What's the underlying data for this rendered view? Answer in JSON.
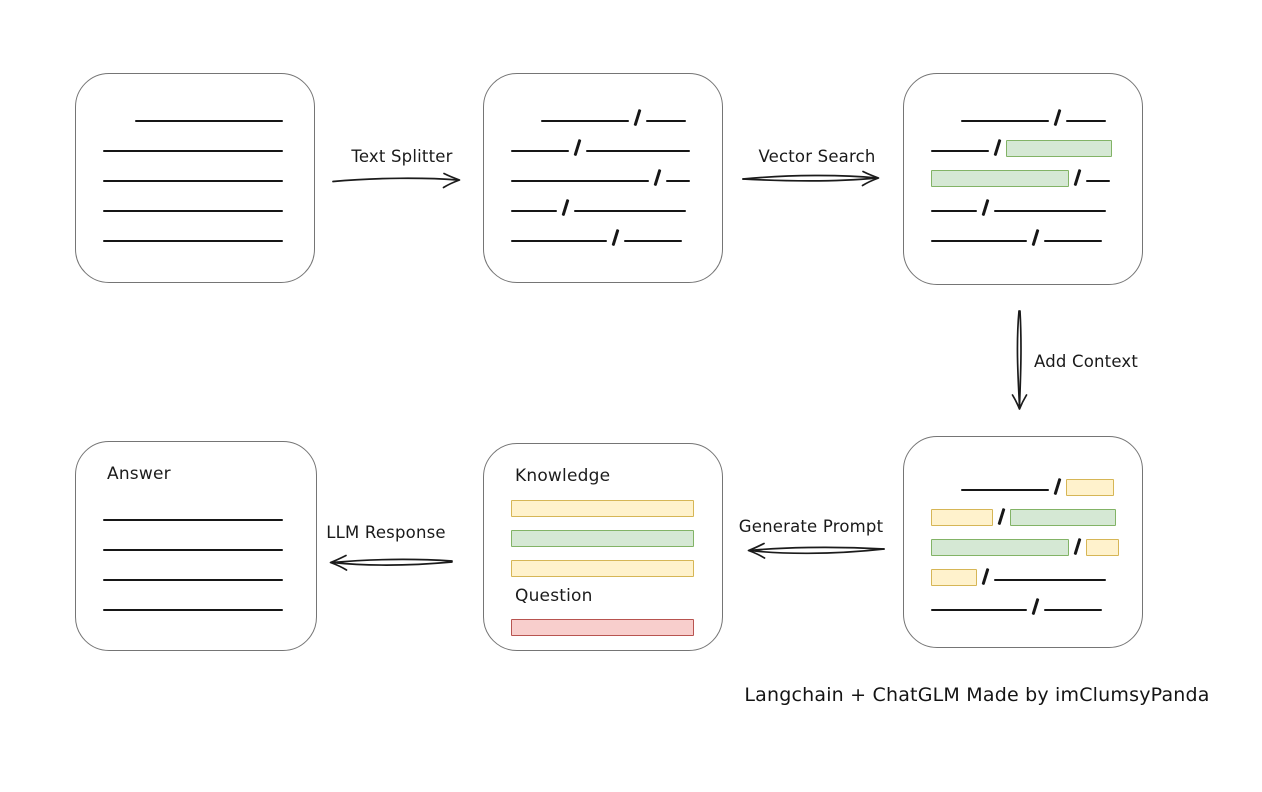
{
  "caption": "Langchain + ChatGLM Made by imClumsyPanda",
  "colors": {
    "green_fill": "#d5e8d4",
    "green_border": "#82b366",
    "yellow_fill": "#fff2cc",
    "yellow_border": "#d6b656",
    "red_fill": "#f8cecc",
    "red_border": "#b85450",
    "box_border": "#757575",
    "stroke": "#1b1b1b"
  },
  "arrows": {
    "text_splitter": {
      "label": "Text Splitter",
      "direction": "right"
    },
    "vector_search": {
      "label": "Vector Search",
      "direction": "right"
    },
    "add_context": {
      "label": "Add Context",
      "direction": "down"
    },
    "generate_prompt": {
      "label": "Generate Prompt",
      "direction": "left"
    },
    "llm_response": {
      "label": "LLM Response",
      "direction": "left"
    }
  },
  "boxes": {
    "document": {
      "rows": [
        {
          "indent": 32,
          "items": [
            {
              "kind": "line",
              "w": 148
            }
          ]
        },
        {
          "items": [
            {
              "kind": "line",
              "w": 180
            }
          ]
        },
        {
          "items": [
            {
              "kind": "line",
              "w": 180
            }
          ]
        },
        {
          "items": [
            {
              "kind": "line",
              "w": 180
            }
          ]
        },
        {
          "items": [
            {
              "kind": "line",
              "w": 180
            }
          ]
        }
      ]
    },
    "split_text": {
      "rows": [
        {
          "indent": 30,
          "items": [
            {
              "kind": "line",
              "w": 88
            },
            {
              "kind": "slash"
            },
            {
              "kind": "line",
              "w": 40
            }
          ]
        },
        {
          "items": [
            {
              "kind": "line",
              "w": 58
            },
            {
              "kind": "slash"
            },
            {
              "kind": "line",
              "w": 104
            }
          ]
        },
        {
          "items": [
            {
              "kind": "line",
              "w": 138
            },
            {
              "kind": "slash"
            },
            {
              "kind": "line",
              "w": 24
            }
          ]
        },
        {
          "items": [
            {
              "kind": "line",
              "w": 46
            },
            {
              "kind": "slash"
            },
            {
              "kind": "line",
              "w": 112
            }
          ]
        },
        {
          "items": [
            {
              "kind": "line",
              "w": 96
            },
            {
              "kind": "slash"
            },
            {
              "kind": "line",
              "w": 58
            }
          ]
        }
      ]
    },
    "vector_result": {
      "rows": [
        {
          "indent": 30,
          "items": [
            {
              "kind": "line",
              "w": 88
            },
            {
              "kind": "slash"
            },
            {
              "kind": "line",
              "w": 40
            }
          ]
        },
        {
          "items": [
            {
              "kind": "line",
              "w": 58
            },
            {
              "kind": "slash"
            },
            {
              "kind": "green",
              "w": 106
            }
          ]
        },
        {
          "items": [
            {
              "kind": "green",
              "w": 138
            },
            {
              "kind": "slash"
            },
            {
              "kind": "line",
              "w": 24
            }
          ]
        },
        {
          "items": [
            {
              "kind": "line",
              "w": 46
            },
            {
              "kind": "slash"
            },
            {
              "kind": "line",
              "w": 112
            }
          ]
        },
        {
          "items": [
            {
              "kind": "line",
              "w": 96
            },
            {
              "kind": "slash"
            },
            {
              "kind": "line",
              "w": 58
            }
          ]
        }
      ]
    },
    "context": {
      "rows": [
        {
          "indent": 30,
          "items": [
            {
              "kind": "line",
              "w": 88
            },
            {
              "kind": "slash"
            },
            {
              "kind": "yellow",
              "w": 48
            }
          ]
        },
        {
          "items": [
            {
              "kind": "yellow",
              "w": 62
            },
            {
              "kind": "slash"
            },
            {
              "kind": "green",
              "w": 106
            }
          ]
        },
        {
          "items": [
            {
              "kind": "green",
              "w": 138
            },
            {
              "kind": "slash"
            },
            {
              "kind": "yellow",
              "w": 33
            }
          ]
        },
        {
          "items": [
            {
              "kind": "yellow",
              "w": 46
            },
            {
              "kind": "slash"
            },
            {
              "kind": "line",
              "w": 112
            }
          ]
        },
        {
          "items": [
            {
              "kind": "line",
              "w": 96
            },
            {
              "kind": "slash"
            },
            {
              "kind": "line",
              "w": 58
            }
          ]
        }
      ]
    },
    "prompt": {
      "knowledge_label": "Knowledge",
      "question_label": "Question",
      "knowledge_rows": [
        {
          "items": [
            {
              "kind": "yellow",
              "w": 183
            }
          ]
        },
        {
          "items": [
            {
              "kind": "green",
              "w": 183
            }
          ]
        },
        {
          "items": [
            {
              "kind": "yellow",
              "w": 183
            }
          ]
        }
      ],
      "question_rows": [
        {
          "items": [
            {
              "kind": "red",
              "w": 183
            }
          ]
        }
      ]
    },
    "answer": {
      "title": "Answer",
      "rows": [
        {
          "items": [
            {
              "kind": "line",
              "w": 180
            }
          ]
        },
        {
          "items": [
            {
              "kind": "line",
              "w": 180
            }
          ]
        },
        {
          "items": [
            {
              "kind": "line",
              "w": 180
            }
          ]
        },
        {
          "items": [
            {
              "kind": "line",
              "w": 180
            }
          ]
        }
      ]
    }
  }
}
